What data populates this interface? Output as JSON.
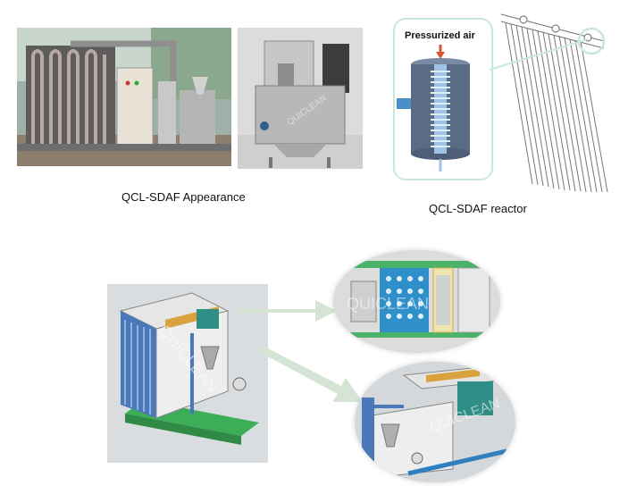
{
  "captions": {
    "appearance": "QCL-SDAF Appearance",
    "reactor": "QCL-SDAF reactor"
  },
  "reactor_diagram": {
    "air_label": "Pressurized air"
  },
  "watermark": "QUICLEAN",
  "colors": {
    "callout_border": "#c9e8d8",
    "reactor_vessel": "#5a6b86",
    "inlet_blue": "#4a90c8",
    "frame_green": "#3cae57",
    "duct_teal": "#2f8f86",
    "arrow": "#d6e4d6"
  }
}
